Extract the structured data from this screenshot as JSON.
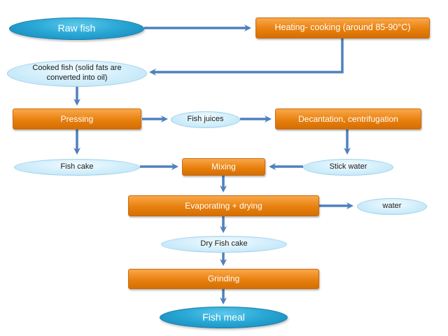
{
  "nodes": {
    "raw_fish": "Raw fish",
    "heating": "Heating- cooking (around 85-90°C)",
    "cooked_fish": "Cooked fish (solid fats are converted into oil)",
    "pressing": "Pressing",
    "fish_juices": "Fish juices",
    "decantation": "Decantation, centrifugation",
    "fish_cake": "Fish cake",
    "mixing": "Mixing",
    "stick_water": "Stick water",
    "evaporating": "Evaporating + drying",
    "water": "water",
    "dry_fish_cake": "Dry Fish cake",
    "grinding": "Grinding",
    "fish_meal": "Fish meal"
  },
  "colors": {
    "arrow": "#4f81bd",
    "process_box": "#f28a1c",
    "material_ellipse": "#d6f0fc",
    "endpoint_ellipse": "#2aa8d6"
  }
}
